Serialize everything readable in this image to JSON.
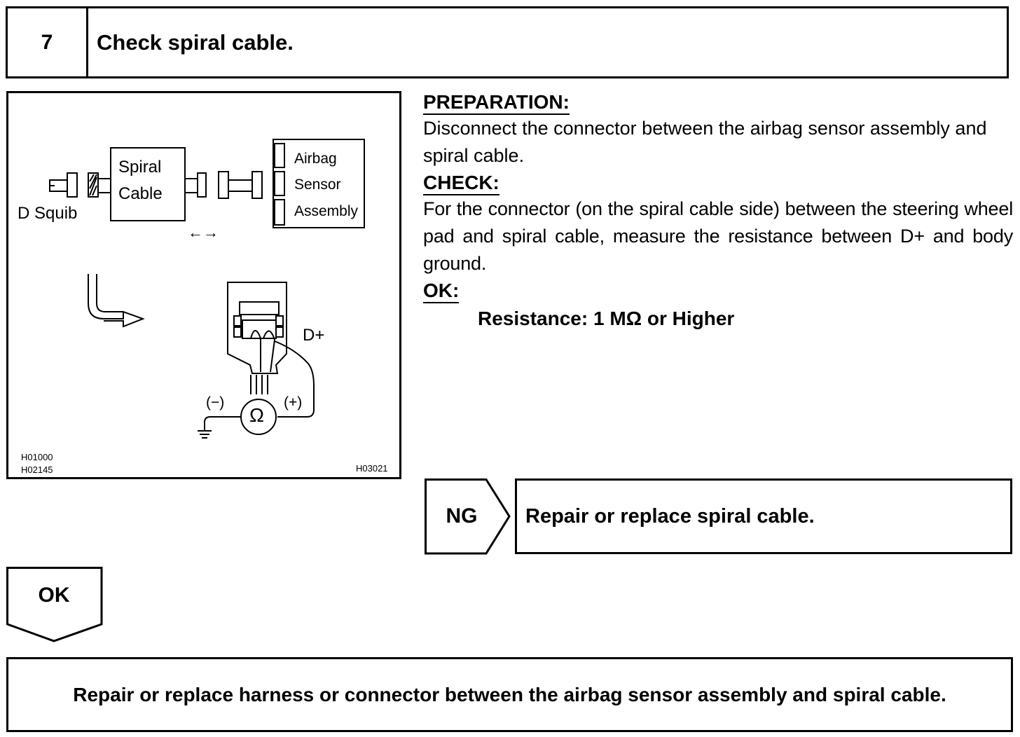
{
  "step": {
    "number": "7",
    "title": "Check spiral cable."
  },
  "figure": {
    "label_spiral": "Spiral",
    "label_cable": "Cable",
    "label_d_squib": "D Squib",
    "label_airbag": "Airbag",
    "label_sensor": "Sensor",
    "label_assembly": "Assembly",
    "label_d_plus": "D+",
    "label_minus": "(−)",
    "label_plus": "(+)",
    "label_ohm": "Ω",
    "disconnect_arrow": "←→",
    "code_1": "H01000",
    "code_2": "H02145",
    "code_3": "H03021"
  },
  "instructions": {
    "preparation_heading": "PREPARATION:",
    "preparation_text": "Disconnect the connector between the airbag sensor assembly and spiral cable.",
    "check_heading": "CHECK:",
    "check_text": "For the connector (on the spiral cable side) between the steering wheel pad and spiral cable, measure the resistance between D+ and body ground.",
    "ok_heading": "OK:",
    "ok_spec": "Resistance: 1 MΩ or Higher"
  },
  "ng_branch": {
    "label": "NG",
    "action": "Repair or replace spiral cable."
  },
  "ok_branch": {
    "label": "OK",
    "action": "Repair or replace harness or connector between the airbag sensor assembly and spiral cable."
  }
}
